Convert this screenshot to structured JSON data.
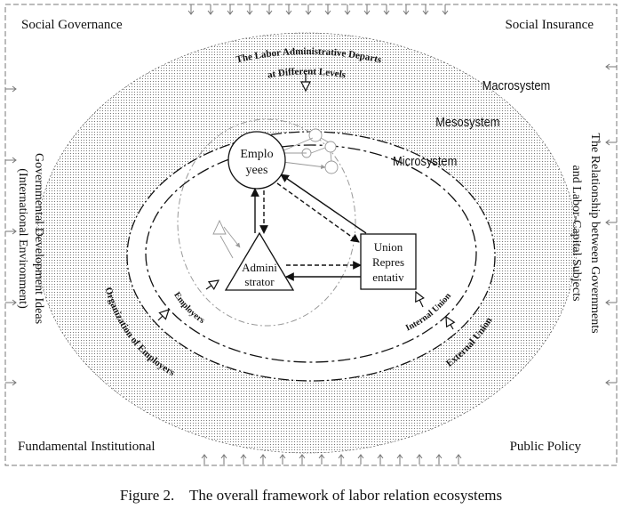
{
  "corners": {
    "top_left": "Social Governance",
    "top_right": "Social Insurance",
    "bottom_left": "Fundamental Institutional",
    "bottom_right": "Public Policy"
  },
  "sides": {
    "left_line1": "Governmental Development Ideas",
    "left_line2": "(International Environment)",
    "right_line1": "The Relationship between Governments",
    "right_line2": "and Labor-Capital Subjects"
  },
  "systems": {
    "macro": "Macrosystem",
    "meso": "Mesosystem",
    "micro": "Microsystem"
  },
  "arc_labels": {
    "labor_admin_line1": "The Labor Administrative Departs",
    "labor_admin_line2": "at Different Levels",
    "organization_of_employers": "Organization of Employers",
    "employers": "Employers",
    "internal_union": "Internal Union",
    "external_union": "External Union"
  },
  "nodes": {
    "employees_line1": "Emplo",
    "employees_line2": "yees",
    "admin_line1": "Admini",
    "admin_line2": "strator",
    "union_line1": "Union",
    "union_line2": "Repres",
    "union_line3": "entativ"
  },
  "caption": "Figure 2.    The overall framework of labor relation ecosystems",
  "colors": {
    "stroke": "#111111",
    "dot_fill": "#555555",
    "light_gray": "#999999"
  }
}
